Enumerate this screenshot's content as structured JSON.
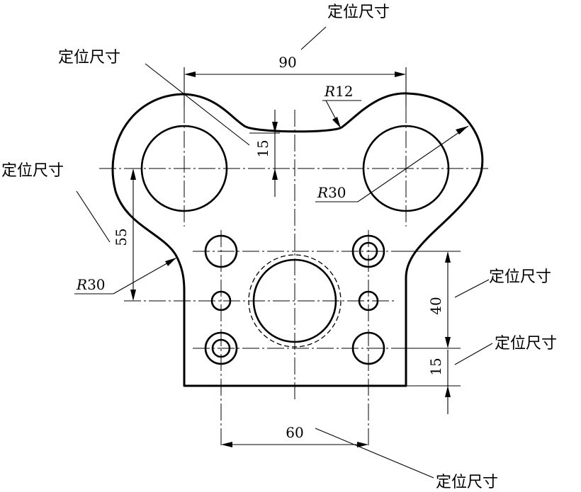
{
  "labels": {
    "locate_dim": "定位尺寸"
  },
  "dimensions": {
    "width_90": "90",
    "width_60": "60",
    "height_55": "55",
    "height_40": "40",
    "height_15_right": "15",
    "height_15_top": "15"
  },
  "radii": {
    "r12_letter": "R",
    "r12_value": "12",
    "r30_right_letter": "R",
    "r30_right_value": "30",
    "r30_left_letter": "R",
    "r30_left_value": "30"
  }
}
